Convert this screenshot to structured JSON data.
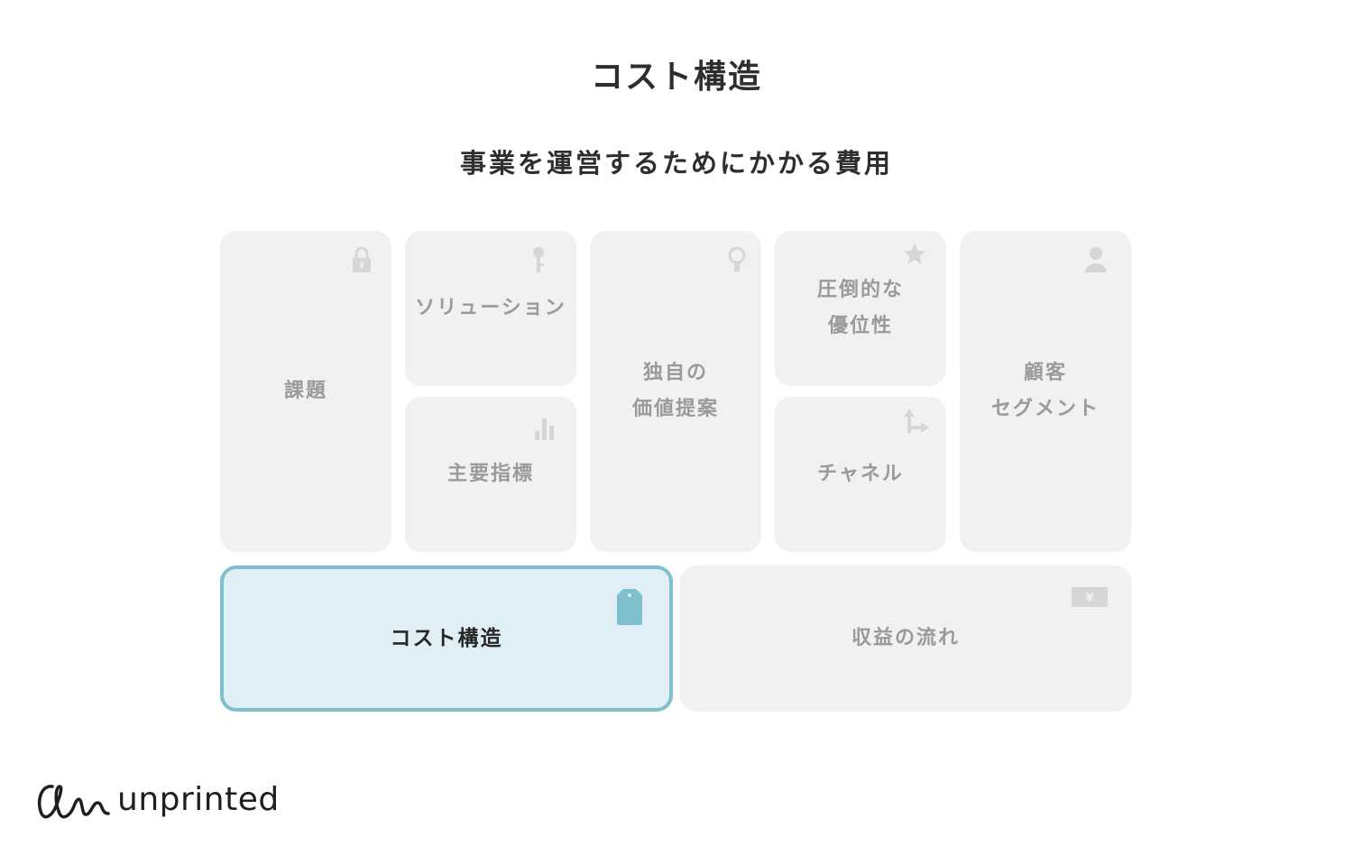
{
  "header": {
    "title": "コスト構造",
    "subtitle": "事業を運営するためにかかる費用"
  },
  "canvas": {
    "blocks": {
      "problem": {
        "label": "課題",
        "icon": "lock-icon"
      },
      "solution": {
        "label": "ソリューション",
        "icon": "key-icon"
      },
      "key_metrics": {
        "label": "主要指標",
        "icon": "bar-chart-icon"
      },
      "uvp": {
        "label": "独自の\n価値提案",
        "icon": "lightbulb-icon"
      },
      "unfair_advantage": {
        "label": "圧倒的な\n優位性",
        "icon": "star-icon"
      },
      "channels": {
        "label": "チャネル",
        "icon": "route-arrow-icon"
      },
      "customer_segments": {
        "label": "顧客\nセグメント",
        "icon": "person-icon"
      },
      "cost_structure": {
        "label": "コスト構造",
        "icon": "price-tag-icon",
        "highlighted": true
      },
      "revenue_streams": {
        "label": "収益の流れ",
        "icon": "yen-bill-icon"
      }
    },
    "colors": {
      "block_bg": "#f1f1f1",
      "block_icon": "#d6d6d6",
      "highlight_bg": "#dfeff5",
      "highlight_border": "#7fbfce",
      "highlight_icon": "#7fbfce"
    }
  },
  "brand": {
    "logo_text": "unprinted"
  }
}
